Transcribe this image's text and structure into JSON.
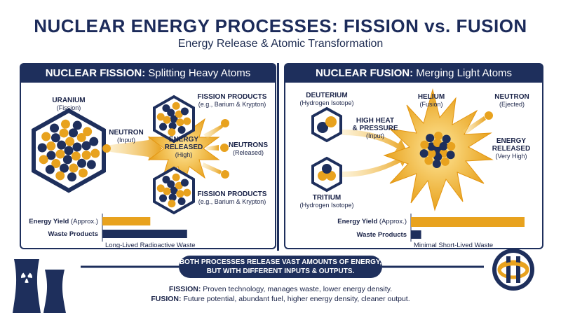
{
  "header": {
    "title": "NUCLEAR ENERGY PROCESSES: FISSION vs. FUSION",
    "subtitle": "Energy Release & Atomic Transformation"
  },
  "fission": {
    "panel_title_bold": "NUCLEAR FISSION:",
    "panel_title_rest": "Splitting Heavy Atoms",
    "uranium": {
      "name": "URANIUM",
      "sub": "(Fission)"
    },
    "neutron": {
      "name": "NEUTRON",
      "sub": "(Input)"
    },
    "energy": {
      "line1": "ENERGY",
      "line2": "RELEASED",
      "sub": "(High)"
    },
    "products_top": {
      "name": "FISSION PRODUCTS",
      "sub": "(e.g., Barium & Krypton)"
    },
    "products_bottom": {
      "name": "FISSION PRODUCTS",
      "sub": "(e.g., Barium & Krypton)"
    },
    "neutrons_released": {
      "name": "NEUTRONS",
      "sub": "(Released)"
    },
    "bars": {
      "energy_label_bold": "Energy Yield",
      "energy_label_rest": "(Approx.)",
      "energy_value": 0.56,
      "waste_label": "Waste Products",
      "waste_value": 0.99,
      "waste_note": "Long-Lived Radioactive Waste"
    }
  },
  "fusion": {
    "panel_title_bold": "NUCLEAR FUSION:",
    "panel_title_rest": "Merging Light Atoms",
    "deuterium": {
      "name": "DEUTERIUM",
      "sub": "(Hydrogen Isotope)"
    },
    "tritium": {
      "name": "TRITIUM",
      "sub": "(Hydrogen Isotope)"
    },
    "heat": {
      "line1": "HIGH HEAT",
      "line2": "& PRESSURE",
      "sub": "(Input)"
    },
    "helium": {
      "name": "HELIUM",
      "sub": "(Fusion)"
    },
    "neutron": {
      "name": "NEUTRON",
      "sub": "(Ejected)"
    },
    "energy": {
      "line1": "ENERGY",
      "line2": "RELEASED",
      "sub": "(Very High)"
    },
    "bars": {
      "energy_label_bold": "Energy Yield",
      "energy_label_rest": "(Approx.)",
      "energy_value": 1.0,
      "waste_label": "Waste Products",
      "waste_value": 0.09,
      "waste_note": "Minimal Short-Lived Waste"
    }
  },
  "banner": {
    "line1": "BOTH PROCESSES RELEASE VAST AMOUNTS OF ENERGY,",
    "line2": "BUT WITH DIFFERENT INPUTS & OUTPUTS."
  },
  "footer": {
    "fission_bold": "FISSION:",
    "fission_text": "Proven technology, manages waste, lower energy density.",
    "fusion_bold": "FUSION:",
    "fusion_text": "Future potential, abundant fuel, higher energy density, cleaner output."
  },
  "colors": {
    "navy": "#1e2f5c",
    "gold": "#e8a21e",
    "gold_light": "#f5c242"
  },
  "icons": {
    "left": "cooling-tower-radiation-icon",
    "right": "fusion-reactor-icon"
  }
}
